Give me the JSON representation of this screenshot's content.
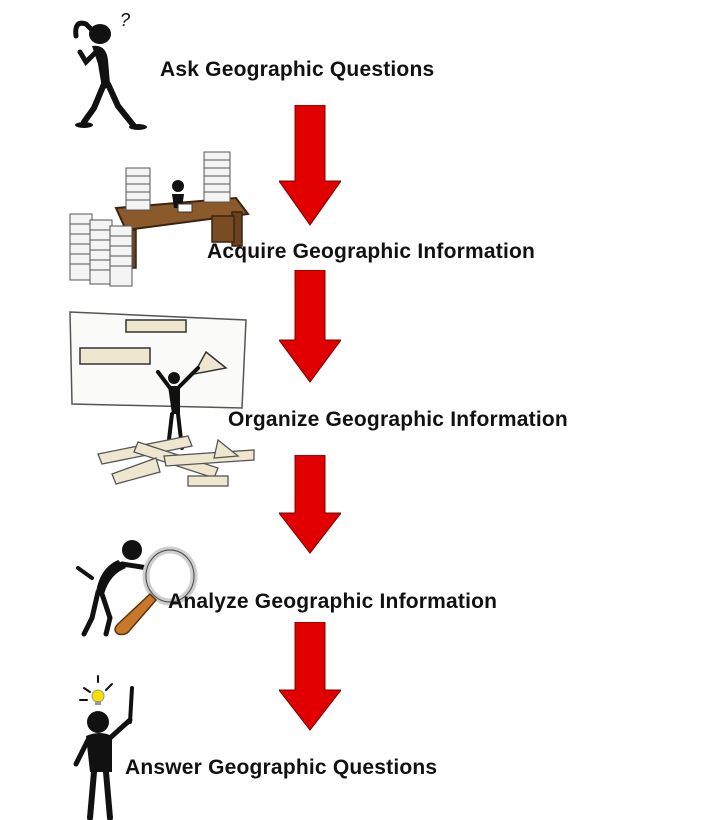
{
  "steps": [
    {
      "label": "Ask Geographic Questions",
      "icon": "thinking-person-icon"
    },
    {
      "label": "Acquire Geographic Information",
      "icon": "desk-with-paper-stacks-icon"
    },
    {
      "label": "Organize Geographic Information",
      "icon": "person-arranging-shapes-icon"
    },
    {
      "label": "Analyze Geographic Information",
      "icon": "person-with-magnifying-glass-icon"
    },
    {
      "label": "Answer Geographic Questions",
      "icon": "person-with-lightbulb-icon"
    }
  ],
  "colors": {
    "arrow": "#e00000",
    "text": "#111111",
    "desk": "#8b5a2b",
    "lightbulb": "#f5e000",
    "magnifier_rim": "#d8d8d8",
    "magnifier_glass": "#c87828"
  }
}
